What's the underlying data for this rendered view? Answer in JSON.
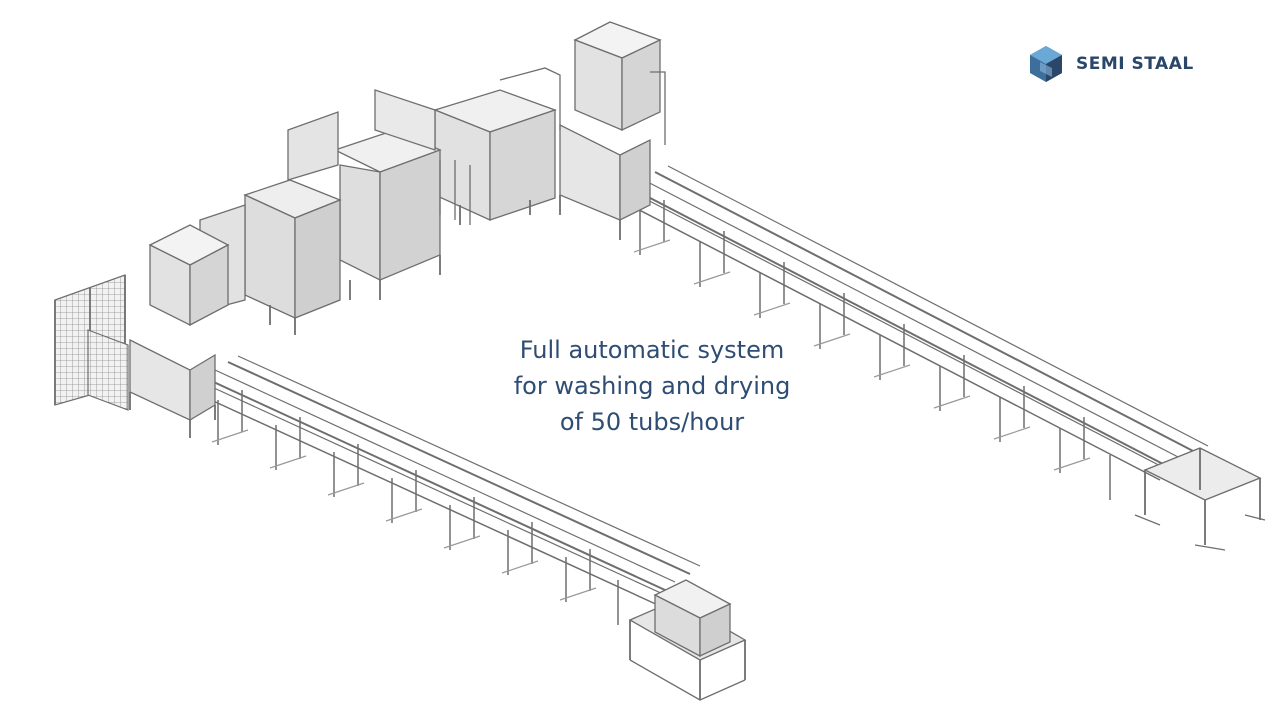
{
  "brand": {
    "name": "SEMI STAAL",
    "logo_icon": "hexagon-cube-icon",
    "colors": {
      "dark": "#2a4668",
      "mid": "#3d6e9c",
      "light": "#6aa8d6"
    }
  },
  "caption": {
    "lines": [
      "Full automatic system",
      "for washing and drying",
      "of 50 tubs/hour"
    ],
    "color": "#2f4d73"
  },
  "illustration": {
    "subject": "isometric-line-drawing",
    "stroke_color": "#6e6e6e",
    "fill_color": "#ebebeb"
  }
}
